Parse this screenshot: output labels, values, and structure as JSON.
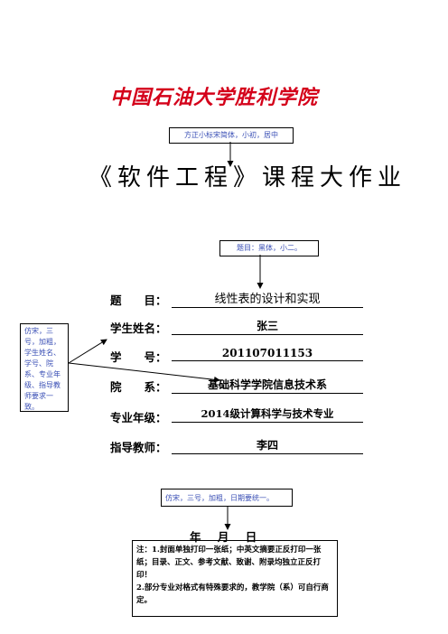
{
  "logo_text": "中国石油大学胜利学院",
  "notes": {
    "title_font": "方正小标宋简体，小初，居中",
    "topic_font": "题目：黑体，小二。",
    "fields_font": "仿宋，三号，加粗，学生姓名、学号、院系、专业年级、指导教师要求一致。",
    "date_font": "仿宋，三号，加粗，日期要统一。"
  },
  "main_title": "《软件工程》课程大作业",
  "fields": [
    {
      "label": "题　　目：",
      "value": "线性表的设计和实现"
    },
    {
      "label": "学生姓名：",
      "value": "张三"
    },
    {
      "label": "学　　号：",
      "value": "201107011153"
    },
    {
      "label": "院　　系：",
      "value": "基础科学学院信息技术系"
    },
    {
      "label": "专业年级：",
      "value": "2014级计算科学与技术专业"
    },
    {
      "label": "指导教师：",
      "value": "李四"
    }
  ],
  "date_line": "年 月 日",
  "footnote": {
    "line1": "注：1.封面单独打印一张纸；中英文摘要正反打印一张纸；目录、正文、参考文献、致谢、附录均独立正反打印！",
    "line2": "2.部分专业对格式有特殊要求的，教学院（系）可自行商定。"
  }
}
